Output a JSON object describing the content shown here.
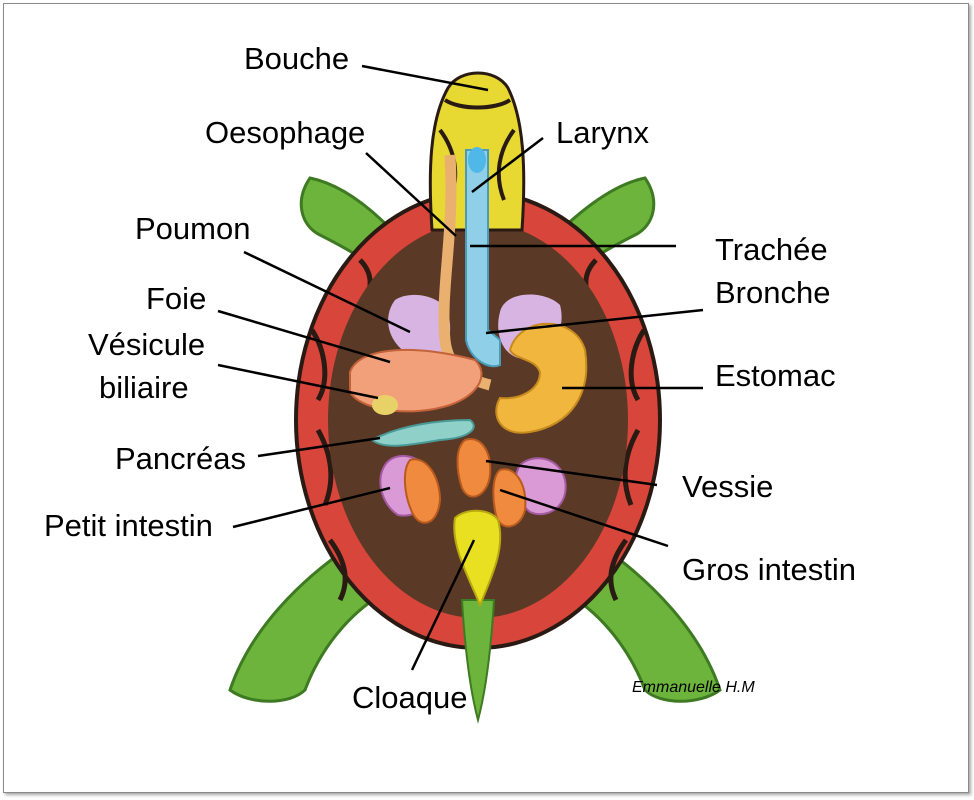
{
  "labels": {
    "bouche": "Bouche",
    "oesophage": "Oesophage",
    "larynx": "Larynx",
    "poumon": "Poumon",
    "trachee": "Trachée",
    "bronche": "Bronche",
    "foie": "Foie",
    "vesicule_1": "Vésicule",
    "vesicule_2": "biliaire",
    "estomac": "Estomac",
    "pancreas": "Pancréas",
    "vessie": "Vessie",
    "petit_intestin": "Petit intestin",
    "gros_intestin": "Gros intestin",
    "cloaque": "Cloaque"
  },
  "signature": "Emmanuelle H.M",
  "colors": {
    "shell_red": "#d8453a",
    "shell_dark": "#2a1a14",
    "body_brown": "#5a3a26",
    "skin_green": "#6cb43c",
    "head_yellow": "#e7d832",
    "lung_lilac": "#d8b4e2",
    "trachea_blue": "#8fd0e8",
    "liver_salmon": "#f2a07a",
    "stomach_orange": "#f0b63e",
    "intestine_pink": "#d99ad6",
    "cloaca_yellow": "#e8e020",
    "leader_line": "#000000"
  }
}
